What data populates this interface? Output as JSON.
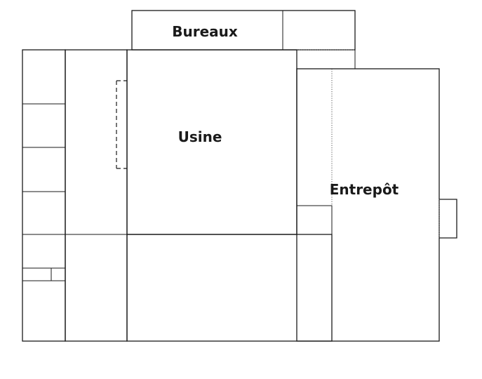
{
  "labels": {
    "bureaux": "Bureaux",
    "usine": "Usine",
    "entrepot": "Entrepôt"
  },
  "colors": {
    "line": "#1a1a1a",
    "background": "#ffffff"
  }
}
